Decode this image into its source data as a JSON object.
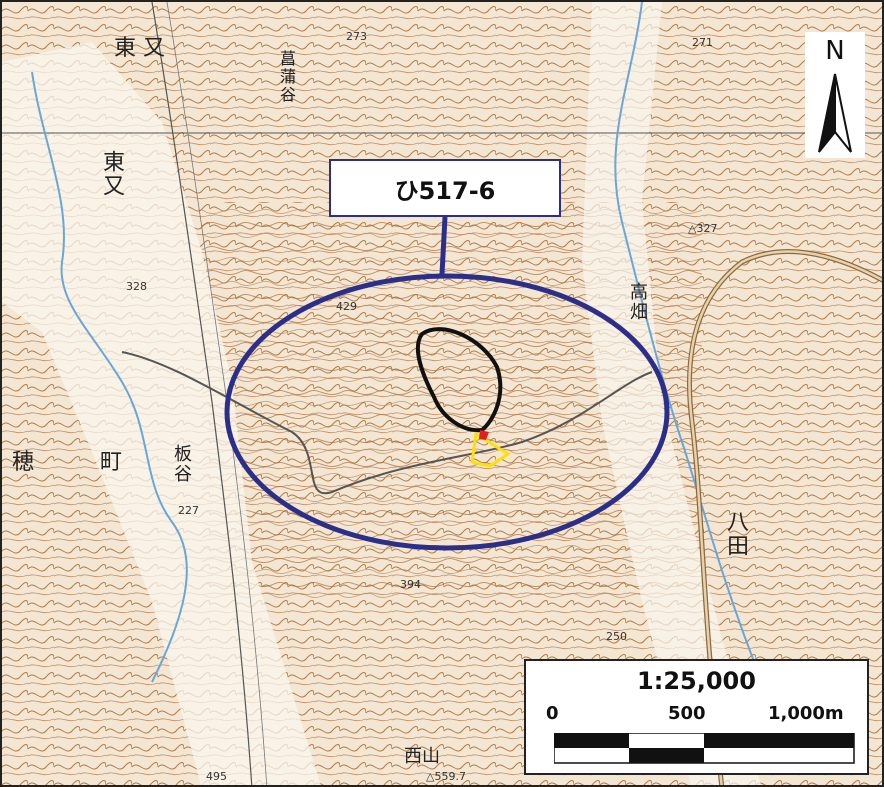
{
  "map": {
    "site_label": "ひ517-6",
    "north": {
      "letter": "N",
      "icon": "north-arrow-icon"
    },
    "scale": {
      "ratio": "1:25,000",
      "ticks": [
        "0",
        "500",
        "1,000m"
      ]
    },
    "place_names": {
      "higashimata_top": "東 又",
      "higashimata_left": "東又",
      "ayamedani": "菖蒲谷",
      "ho": "穂",
      "machi": "町",
      "itadani": "板谷",
      "takabatake": "高畑",
      "yata": "八田",
      "nishiyama": "西山"
    },
    "elevations": {
      "e273": "273",
      "e271": "271",
      "e327": "△327",
      "e328": "328",
      "e429": "429",
      "e227": "227",
      "e394": "394",
      "e250": "250",
      "e495": "495",
      "e5597": "△559.7"
    },
    "colors": {
      "contour": "#b07a48",
      "river": "#6aa6d8",
      "road": "#8a6a45",
      "highlight_ellipse": "#2b2f8a",
      "site_outline": "#111111",
      "marker_yellow": "#ffe000",
      "marker_red": "#e02020"
    }
  }
}
